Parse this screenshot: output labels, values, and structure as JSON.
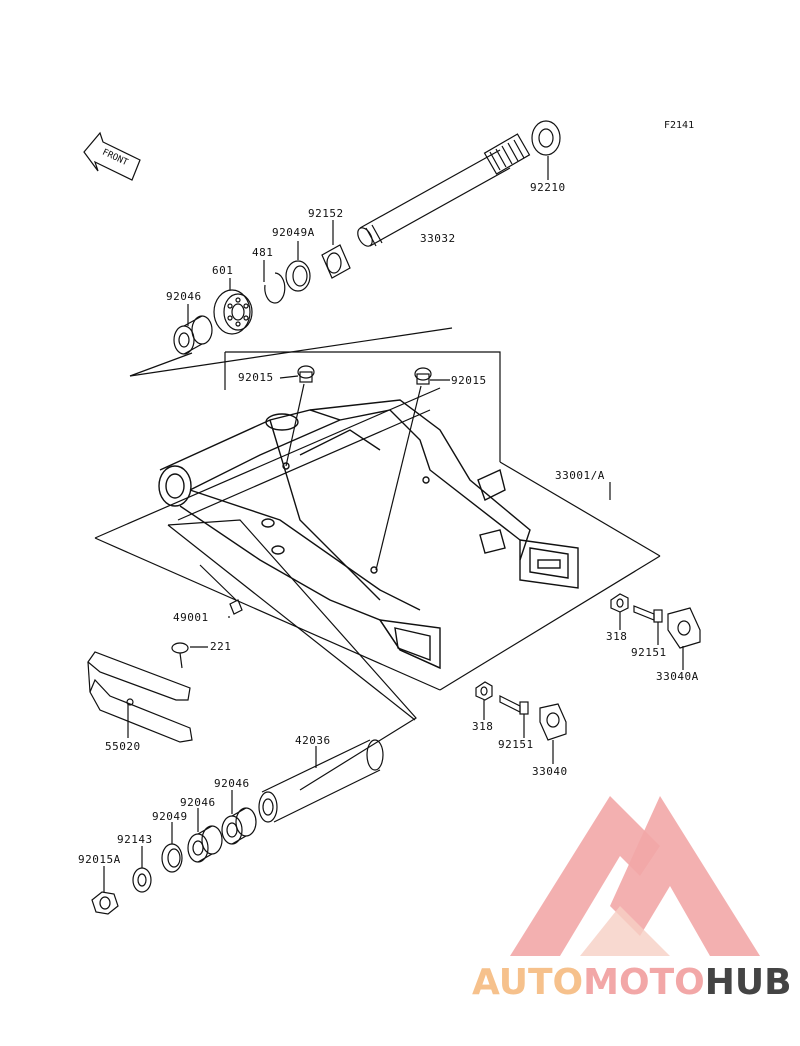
{
  "diagram": {
    "ref_code": "F2141",
    "front_arrow_label": "FRONT",
    "parts": {
      "p92210": "92210",
      "p33032": "33032",
      "p92152": "92152",
      "p92049A": "92049A",
      "p481": "481",
      "p601": "601",
      "p92046_top": "92046",
      "p92015_left": "92015",
      "p92015_right": "92015",
      "p33001A": "33001/A",
      "p49001": "49001",
      "p221": "221",
      "p55020": "55020",
      "p318_right": "318",
      "p92151_right": "92151",
      "p33040A": "33040A",
      "p318_mid": "318",
      "p92151_mid": "92151",
      "p33040": "33040",
      "p42036": "42036",
      "p92046_b1": "92046",
      "p92046_b2": "92046",
      "p92049": "92049",
      "p92143": "92143",
      "p92015A": "92015A"
    }
  },
  "watermark": {
    "part1": "AUTO",
    "part2": "MOTO",
    "part3": "HUB",
    "colors": {
      "orange": "#f6c18c",
      "pink": "#f2a7a7",
      "dark": "#444444"
    }
  }
}
